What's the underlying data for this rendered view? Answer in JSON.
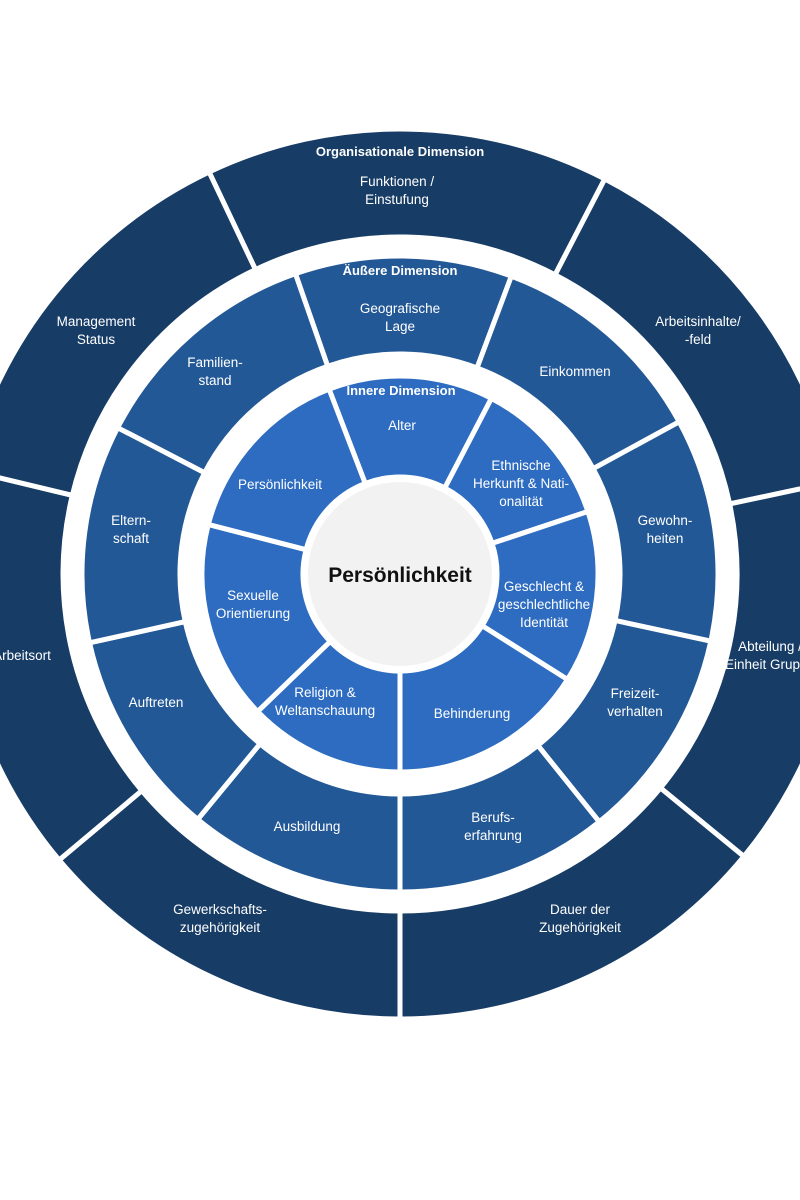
{
  "core": {
    "label": "Persönlichkeit"
  },
  "colors": {
    "outer": "#173c66",
    "middle": "#235896",
    "inner": "#2d6cc0",
    "core": "#f2f2f2",
    "divider": "#ffffff"
  },
  "rings": {
    "organisational": {
      "title": "Organisationale Dimension",
      "segments": [
        {
          "id": "funktionen",
          "lines": [
            "Funktionen /",
            "Einstufung"
          ]
        },
        {
          "id": "arbeitsinhalte",
          "lines": [
            "Arbeitsinhalte/",
            "-feld"
          ]
        },
        {
          "id": "abteilung",
          "lines": [
            "Abteilung /",
            "Einheit Gruppe"
          ]
        },
        {
          "id": "dauer",
          "lines": [
            "Dauer der",
            "Zugehörigkeit"
          ]
        },
        {
          "id": "gewerkschaft",
          "lines": [
            "Gewerkschafts-",
            "zugehörigkeit"
          ]
        },
        {
          "id": "arbeitsort",
          "lines": [
            "Arbeitsort"
          ]
        },
        {
          "id": "management",
          "lines": [
            "Management",
            "Status"
          ]
        }
      ]
    },
    "outer": {
      "title": "Äußere Dimension",
      "segments": [
        {
          "id": "geografische-lage",
          "lines": [
            "Geografische",
            "Lage"
          ]
        },
        {
          "id": "einkommen",
          "lines": [
            "Einkommen"
          ]
        },
        {
          "id": "gewohnheiten",
          "lines": [
            "Gewohn-",
            "heiten"
          ]
        },
        {
          "id": "freizeitverhalten",
          "lines": [
            "Freizeit-",
            "verhalten"
          ]
        },
        {
          "id": "berufserfahrung",
          "lines": [
            "Berufs-",
            "erfahrung"
          ]
        },
        {
          "id": "ausbildung",
          "lines": [
            "Ausbildung"
          ]
        },
        {
          "id": "auftreten",
          "lines": [
            "Auftreten"
          ]
        },
        {
          "id": "elternschaft",
          "lines": [
            "Eltern-",
            "schaft"
          ]
        },
        {
          "id": "familienstand",
          "lines": [
            "Familien-",
            "stand"
          ]
        }
      ]
    },
    "inner": {
      "title": "Innere Dimension",
      "segments": [
        {
          "id": "alter",
          "lines": [
            "Alter"
          ]
        },
        {
          "id": "ethnische-herkunft",
          "lines": [
            "Ethnische",
            "Herkunft & Nati-",
            "onalität"
          ]
        },
        {
          "id": "geschlecht",
          "lines": [
            "Geschlecht &",
            "geschlechtliche",
            "Identität"
          ]
        },
        {
          "id": "behinderung",
          "lines": [
            "Behinderung"
          ]
        },
        {
          "id": "religion",
          "lines": [
            "Religion &",
            "Weltanschauung"
          ]
        },
        {
          "id": "sexuelle-orientierung",
          "lines": [
            "Sexuelle",
            "Orientierung"
          ]
        },
        {
          "id": "persoenlichkeit",
          "lines": [
            "Persönlichkeit"
          ]
        }
      ]
    }
  }
}
